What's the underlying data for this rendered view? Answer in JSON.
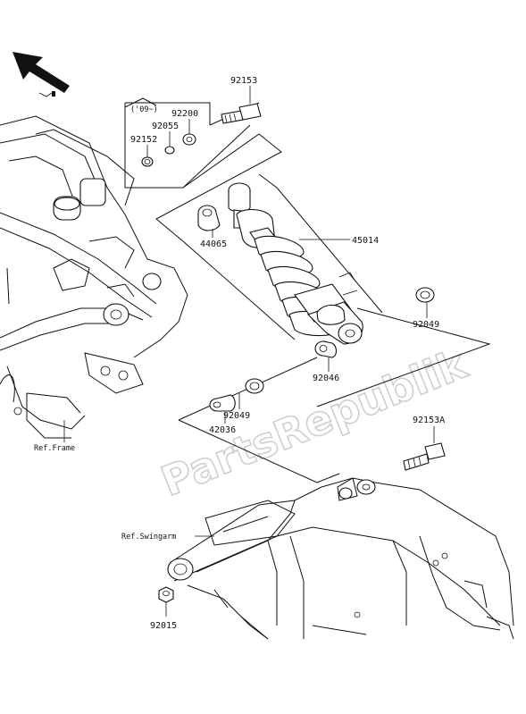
{
  "watermark": "PartsRepublik",
  "year_note": "('09~)",
  "direction_arrow": "arrow-icon",
  "references": {
    "frame": "Ref.Frame",
    "swingarm": "Ref.Swingarm"
  },
  "callouts": {
    "c92153": "92153",
    "c92200": "92200",
    "c92055": "92055",
    "c92152": "92152",
    "c44065": "44065",
    "c45014": "45014",
    "c92049a": "92049",
    "c92046": "92046",
    "c92049b": "92049",
    "c42036": "42036",
    "c92153A": "92153A",
    "c92015": "92015"
  }
}
